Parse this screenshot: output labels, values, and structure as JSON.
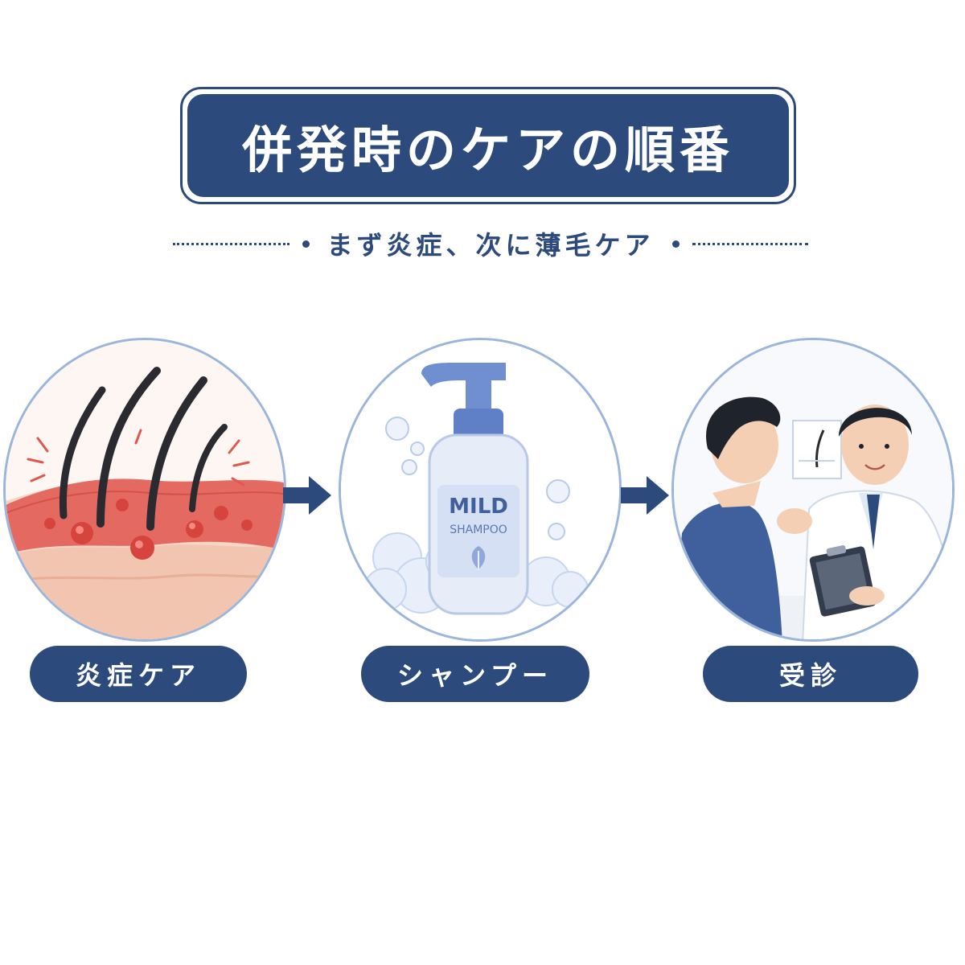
{
  "title": "併発時のケアの順番",
  "subtitle": "まず炎症、次に薄毛ケア",
  "steps": [
    {
      "label": "炎症ケア",
      "illustration": "inflamed-scalp"
    },
    {
      "label": "シャンプー",
      "illustration": "shampoo-bottle",
      "bottle_line1": "MILD",
      "bottle_line2": "SHAMPOO"
    },
    {
      "label": "受診",
      "illustration": "doctor-consultation"
    }
  ],
  "colors": {
    "navy": "#2c4a7c",
    "circle_border": "#9bb6da",
    "skin_inflamed": "#e0574f",
    "bottle_blue": "#6f8fd0"
  }
}
